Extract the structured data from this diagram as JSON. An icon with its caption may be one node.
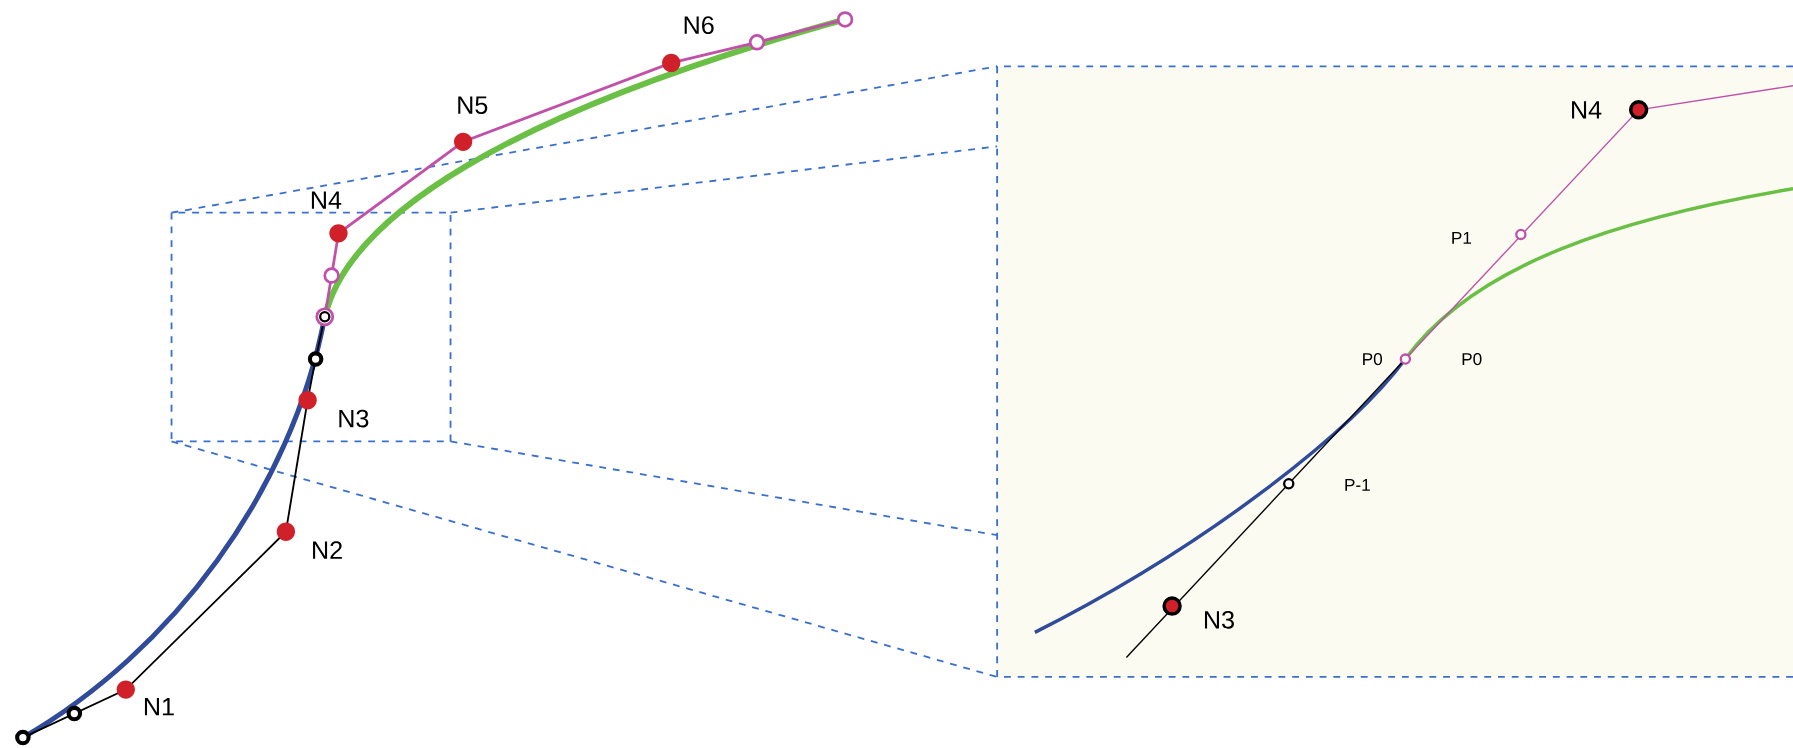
{
  "diagram": {
    "labels": [
      "N6",
      "N5",
      "N4",
      "N4",
      "P1",
      "P0",
      "P0",
      "N3",
      "N2",
      "P-1",
      "N3",
      "N1"
    ]
  }
}
